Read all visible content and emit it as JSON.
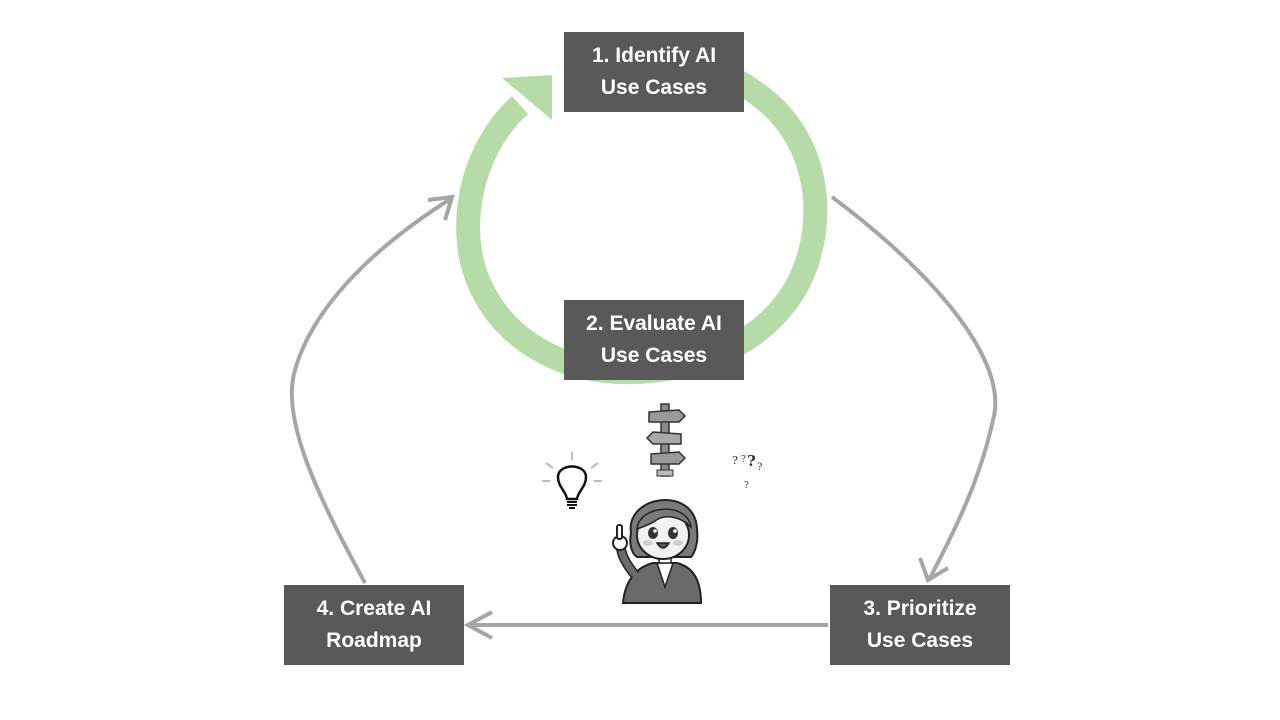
{
  "diagram": {
    "steps": [
      {
        "label": "1. Identify AI\nUse Cases"
      },
      {
        "label": "2. Evaluate AI\nUse Cases"
      },
      {
        "label": "3. Prioritize\nUse Cases"
      },
      {
        "label": "4. Create AI\nRoadmap"
      }
    ],
    "colors": {
      "box": "#595959",
      "box_text": "#ffffff",
      "inner_cycle": "#b6dba9",
      "outer_arrows": "#a6a6a6"
    },
    "illustration": {
      "icons": [
        "lightbulb-icon",
        "signpost-icon",
        "question-marks-icon",
        "person-pointing-icon"
      ]
    }
  }
}
